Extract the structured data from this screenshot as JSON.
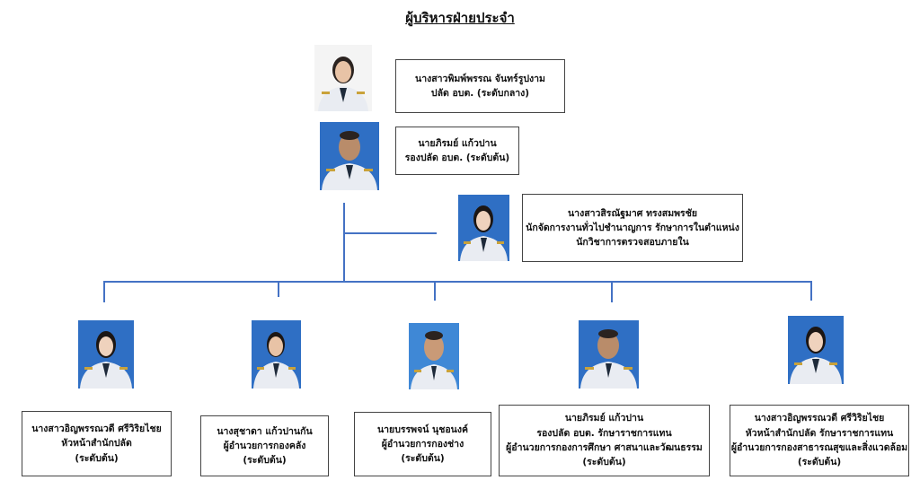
{
  "title": "ผู้บริหารฝ่ายประจำ",
  "colors": {
    "connector": "#4472c4",
    "photo_bg_blue": "#2f6fc4",
    "photo_bg_white": "#f4f4f4",
    "uniform": "#e9ecf2"
  },
  "top": [
    {
      "name": "นางสาวพิมพ์พรรณ จันทร์รูปงาม",
      "position": "ปลัด อบต. (ระดับกลาง)"
    },
    {
      "name": "นายภิรมย์ แก้วปาน",
      "position": "รองปลัด อบต. (ระดับต้น)"
    },
    {
      "name": "นางสาวสิรณัฐมาศ ทรงสมพรชัย",
      "position": "นักจัดการงานทั่วไปชำนาญการ รักษาการในตำแหน่ง",
      "position2": "นักวิชาการตรวจสอบภายใน"
    }
  ],
  "departments": [
    {
      "name": "นางสาวอิญพรรณวดี ศรีวิริยไชย",
      "line1": "หัวหน้าสำนักปลัด",
      "line2": "(ระดับต้น)"
    },
    {
      "name": "นางสุชาดา แก้วปานกัน",
      "line1": "ผู้อำนวยการกองคลัง",
      "line2": "(ระดับต้น)"
    },
    {
      "name": "นายบรรพจน์ นุชอนงค์",
      "line1": "ผู้อำนวยการกองช่าง",
      "line2": "(ระดับต้น)"
    },
    {
      "name": "นายภิรมย์ แก้วปาน",
      "line1": "รองปลัด อบต. รักษาราชการแทน",
      "line2": "ผู้อำนวยการกองการศึกษา ศาสนาและวัฒนธรรม",
      "line3": "(ระดับต้น)"
    },
    {
      "name": "นางสาวอิญพรรณวดี ศรีวิริยไชย",
      "line1": "หัวหน้าสำนักปลัด รักษาราชการแทน",
      "line2": "ผู้อำนวยการกองสาธารณสุขและสิ่งแวดล้อม",
      "line3": "(ระดับต้น)"
    }
  ]
}
